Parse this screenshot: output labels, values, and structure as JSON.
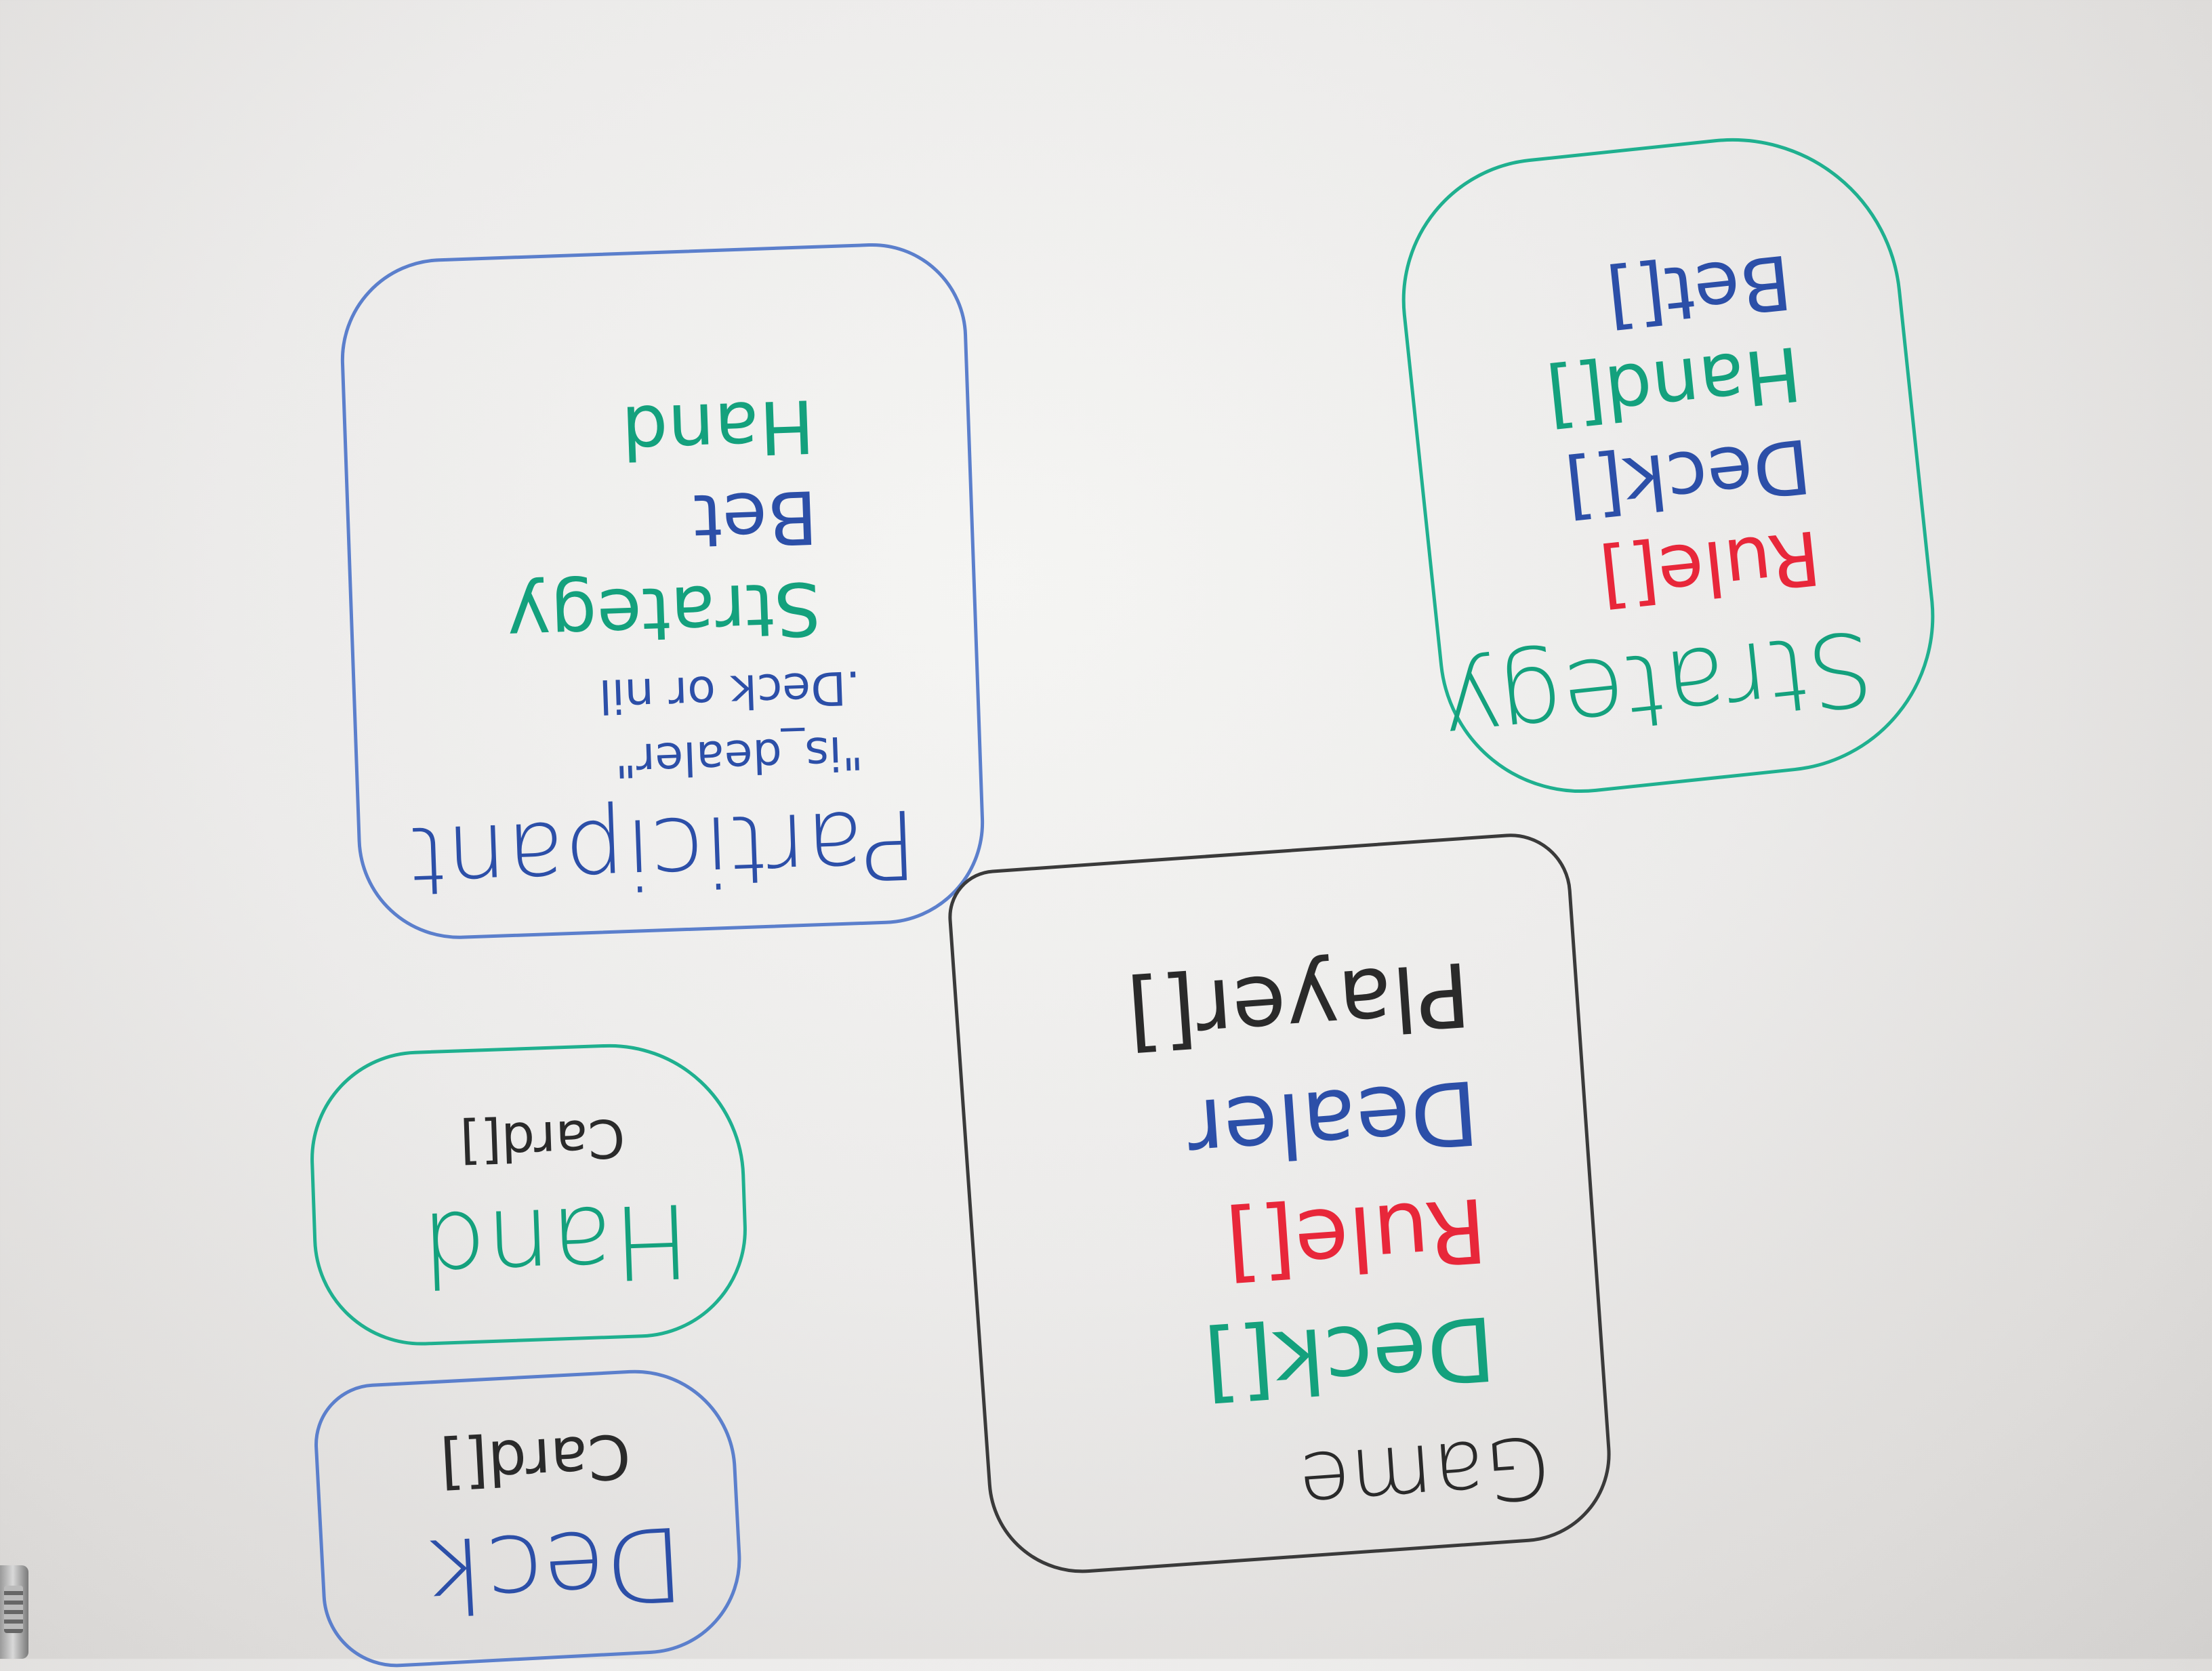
{
  "colors": {
    "green": "#14a17d",
    "blue": "#2c4fa8",
    "red": "#e8273a",
    "black": "#2a2a2a",
    "border_green": "#1fb08f",
    "border_blue": "#5b7fcc",
    "border_black": "#3a3a3a"
  },
  "participant": {
    "title": "Participant",
    "lines": [
      "\"is_dealer\"",
      ".Deck or nil",
      "Strategy",
      "Bet",
      "Hand"
    ]
  },
  "strategy": {
    "title": "Strategy",
    "lines": [
      "Rule[]",
      "Deck[]",
      "Hand[]",
      "Bet[]"
    ]
  },
  "game": {
    "title": "Game",
    "lines": [
      "Deck[]",
      "Rule[]",
      "Dealer",
      "Player[]"
    ]
  },
  "hand": {
    "title": "Hand",
    "lines": [
      "Card[]"
    ]
  },
  "deck": {
    "title": "Deck",
    "lines": [
      "Card[]"
    ]
  }
}
